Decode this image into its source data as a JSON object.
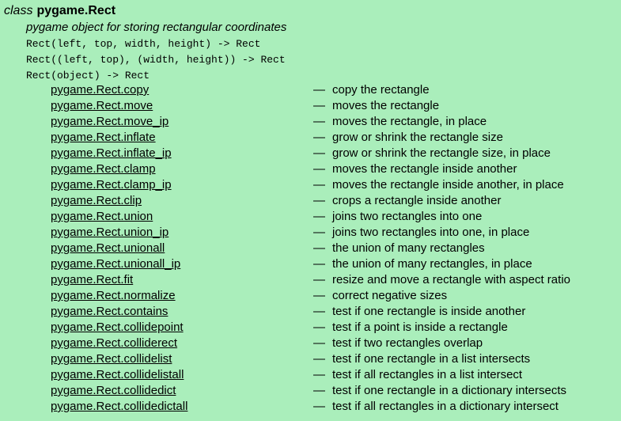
{
  "colors": {
    "background": "#aaeebb",
    "text": "#000000"
  },
  "separator": "—",
  "header": {
    "class_keyword": "class",
    "class_name": "pygame.Rect",
    "summary": "pygame object for storing rectangular coordinates",
    "signatures": [
      "Rect(left, top, width, height) -> Rect",
      "Rect((left, top), (width, height)) -> Rect",
      "Rect(object) -> Rect"
    ]
  },
  "methods": [
    {
      "name": "pygame.Rect.copy",
      "description": "copy the rectangle"
    },
    {
      "name": "pygame.Rect.move",
      "description": "moves the rectangle"
    },
    {
      "name": "pygame.Rect.move_ip",
      "description": "moves the rectangle, in place"
    },
    {
      "name": "pygame.Rect.inflate",
      "description": "grow or shrink the rectangle size"
    },
    {
      "name": "pygame.Rect.inflate_ip",
      "description": "grow or shrink the rectangle size, in place"
    },
    {
      "name": "pygame.Rect.clamp",
      "description": "moves the rectangle inside another"
    },
    {
      "name": "pygame.Rect.clamp_ip",
      "description": "moves the rectangle inside another, in place"
    },
    {
      "name": "pygame.Rect.clip",
      "description": "crops a rectangle inside another"
    },
    {
      "name": "pygame.Rect.union",
      "description": "joins two rectangles into one"
    },
    {
      "name": "pygame.Rect.union_ip",
      "description": "joins two rectangles into one, in place"
    },
    {
      "name": "pygame.Rect.unionall",
      "description": "the union of many rectangles"
    },
    {
      "name": "pygame.Rect.unionall_ip",
      "description": "the union of many rectangles, in place"
    },
    {
      "name": "pygame.Rect.fit",
      "description": "resize and move a rectangle with aspect ratio"
    },
    {
      "name": "pygame.Rect.normalize",
      "description": "correct negative sizes"
    },
    {
      "name": "pygame.Rect.contains",
      "description": "test if one rectangle is inside another"
    },
    {
      "name": "pygame.Rect.collidepoint",
      "description": "test if a point is inside a rectangle"
    },
    {
      "name": "pygame.Rect.colliderect",
      "description": "test if two rectangles overlap"
    },
    {
      "name": "pygame.Rect.collidelist",
      "description": "test if one rectangle in a list intersects"
    },
    {
      "name": "pygame.Rect.collidelistall",
      "description": "test if all rectangles in a list intersect"
    },
    {
      "name": "pygame.Rect.collidedict",
      "description": "test if one rectangle in a dictionary intersects"
    },
    {
      "name": "pygame.Rect.collidedictall",
      "description": "test if all rectangles in a dictionary intersect"
    }
  ]
}
